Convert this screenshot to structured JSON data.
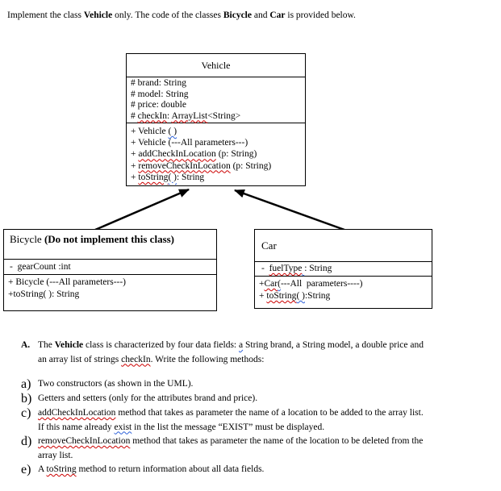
{
  "colors": {
    "squiggle_red": "#cc0000",
    "squiggle_blue": "#2b5fd9"
  },
  "intro": [
    {
      "t": "Implement the class "
    },
    {
      "t": "Vehicle",
      "c": "b"
    },
    {
      "t": " only. The code of the classes "
    },
    {
      "t": "Bicycle",
      "c": "b"
    },
    {
      "t": " and "
    },
    {
      "t": "Car",
      "c": "b"
    },
    {
      "t": " is provided below."
    }
  ],
  "uml": {
    "vehicle": {
      "title": [
        {
          "t": "Vehicle"
        }
      ],
      "attributes": [
        [
          {
            "t": "# brand: String"
          }
        ],
        [
          {
            "t": "# model: String"
          }
        ],
        [
          {
            "t": "# price: double"
          }
        ],
        [
          {
            "t": "# "
          },
          {
            "t": "checkIn",
            "c": "rs"
          },
          {
            "t": ": "
          },
          {
            "t": "ArrayList",
            "c": "rs"
          },
          {
            "t": "<String>"
          }
        ]
      ],
      "methods": [
        [
          {
            "t": "+ Vehicle "
          },
          {
            "t": "( )",
            "c": "bs"
          }
        ],
        [
          {
            "t": "+ Vehicle (---All parameters---)"
          }
        ],
        [
          {
            "t": "+ "
          },
          {
            "t": "addCheckInLocation",
            "c": "rs"
          },
          {
            "t": " (p: String)"
          }
        ],
        [
          {
            "t": "+ "
          },
          {
            "t": "removeCheckInLocation",
            "c": "rs"
          },
          {
            "t": " (p: String)"
          }
        ],
        [
          {
            "t": "+ "
          },
          {
            "t": "toString",
            "c": "rs"
          },
          {
            "t": "( )",
            "c": "bs"
          },
          {
            "t": ": String"
          }
        ]
      ]
    },
    "bicycle": {
      "title": [
        {
          "t": "Bicycle "
        },
        {
          "t": "(Do not implement this class)",
          "c": "b"
        }
      ],
      "attributes": [
        [
          {
            "t": "-  gearCount :int"
          }
        ]
      ],
      "methods": [
        [
          {
            "t": "+ Bicycle (---All parameters---)"
          }
        ],
        [
          {
            "t": "+toString( ): String"
          }
        ]
      ]
    },
    "car": {
      "title": [
        {
          "t": "Car"
        }
      ],
      "attributes": [
        [
          {
            "t": "-  "
          },
          {
            "t": "fuelType",
            "c": "rs"
          },
          {
            "t": " ",
            "c": "bs"
          },
          {
            "t": ": String"
          }
        ]
      ],
      "methods": [
        [
          {
            "t": "+"
          },
          {
            "t": "Car",
            "c": "rs"
          },
          {
            "t": "(",
            "c": "bs"
          },
          {
            "t": "---All  parameters----)"
          }
        ],
        [
          {
            "t": "+ "
          },
          {
            "t": "toString",
            "c": "rs"
          },
          {
            "t": "( )",
            "c": "bs"
          },
          {
            "t": ":String"
          }
        ]
      ]
    }
  },
  "section_a": {
    "label": "A.",
    "lines": [
      [
        {
          "t": "The "
        },
        {
          "t": "Vehicle",
          "c": "b"
        },
        {
          "t": " class is characterized by four data fields: "
        },
        {
          "t": "a",
          "c": "bs"
        },
        {
          "t": " String brand, a String model, a double price and"
        }
      ],
      [
        {
          "t": "an array list of strings "
        },
        {
          "t": "checkIn",
          "c": "rs"
        },
        {
          "t": ". Write the following methods:"
        }
      ]
    ]
  },
  "items": [
    {
      "label": "a)",
      "lines": [
        [
          {
            "t": "Two constructors (as shown in the UML)."
          }
        ]
      ]
    },
    {
      "label": "b)",
      "lines": [
        [
          {
            "t": "Getters and setters (only for the attributes brand and price)."
          }
        ]
      ]
    },
    {
      "label": "c)",
      "lines": [
        [
          {
            "t": "addCheckInLocation",
            "c": "rs"
          },
          {
            "t": " method that takes as parameter the name of a location to be added to the array list."
          }
        ],
        [
          {
            "t": "If this name already "
          },
          {
            "t": "exist",
            "c": "bs"
          },
          {
            "t": " in the list the message “EXIST” must be displayed."
          }
        ]
      ]
    },
    {
      "label": "d)",
      "lines": [
        [
          {
            "t": "removeCheckInLocation",
            "c": "rs"
          },
          {
            "t": " method that takes as parameter the name of the location to be deleted from the"
          }
        ],
        [
          {
            "t": "array list."
          }
        ]
      ]
    },
    {
      "label": "e)",
      "lines": [
        [
          {
            "t": "A "
          },
          {
            "t": "toString",
            "c": "rs"
          },
          {
            "t": " method to return information about all data fields."
          }
        ]
      ]
    }
  ]
}
